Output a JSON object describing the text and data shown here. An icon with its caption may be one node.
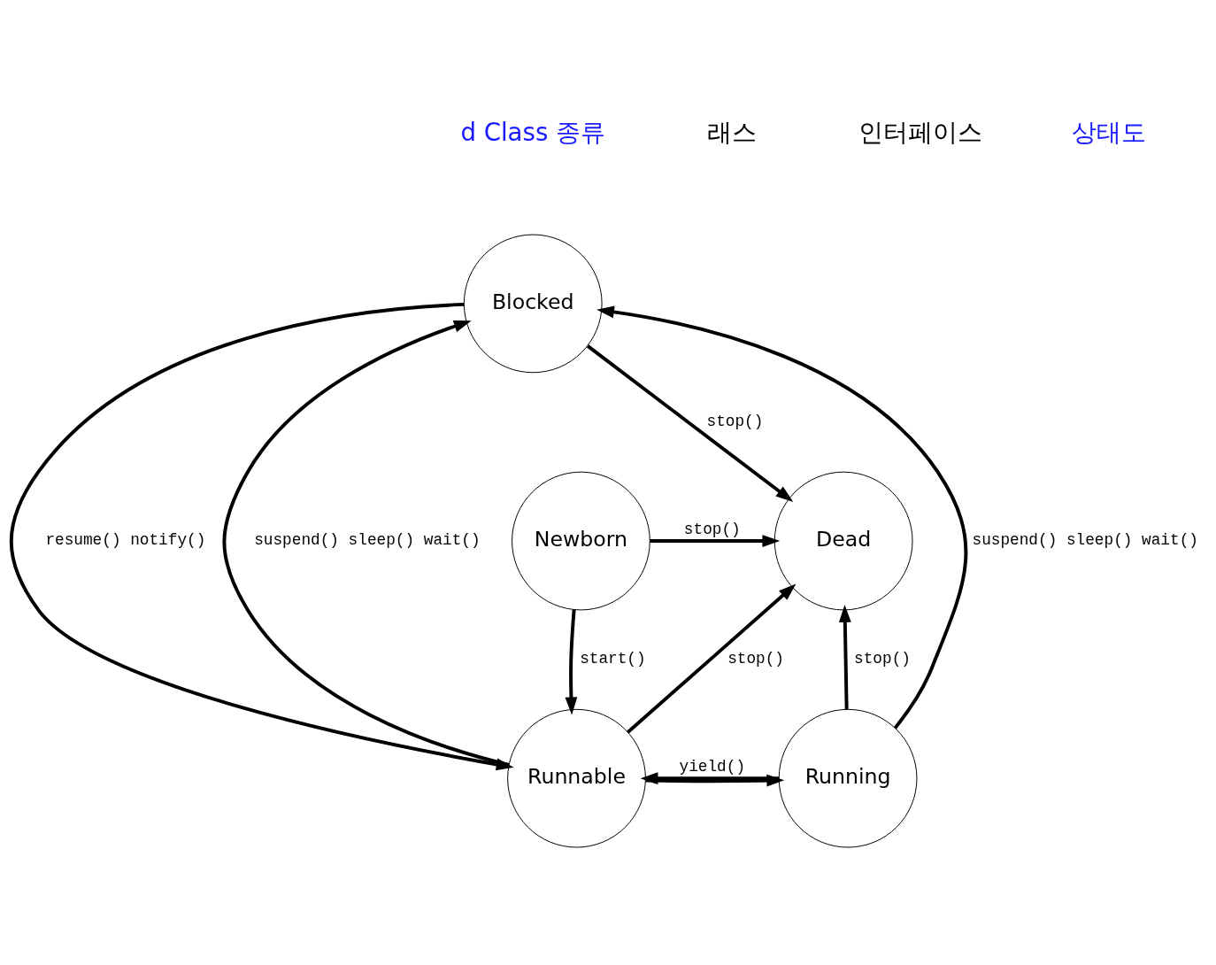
{
  "diagram": {
    "nodes": [
      {
        "text": [
          "Blocked"
        ]
      },
      {
        "text": [
          "Newborn"
        ]
      },
      {
        "text": [
          "Dead"
        ]
      },
      {
        "text": [
          "Runnable"
        ]
      },
      {
        "text": [
          "Running"
        ]
      }
    ],
    "edges": [
      {
        "from": 3,
        "to": 0,
        "arrow": "to",
        "label": "suspend() sleep() wait()"
      },
      {
        "from": 0,
        "to": 3,
        "arrow": "to",
        "label": "resume() notify()"
      },
      {
        "from": 4,
        "to": 0,
        "arrow": "to",
        "label": "suspend() sleep() wait()"
      },
      {
        "from": 0,
        "to": 2,
        "arrow": "to",
        "label": "stop()"
      },
      {
        "from": 1,
        "to": 2,
        "arrow": "to",
        "label": "stop()"
      },
      {
        "from": 3,
        "to": 2,
        "arrow": "to",
        "label": "stop()"
      },
      {
        "from": 1,
        "to": 3,
        "arrow": "to",
        "label": "start()"
      },
      {
        "from": 3,
        "to": 4,
        "arrow": "to"
      },
      {
        "from": 4,
        "to": 3,
        "arrow": "to",
        "label": "yield()"
      },
      {
        "from": 4,
        "to": 2,
        "arrow": "to",
        "label": "stop()"
      }
    ],
    "labels": [
      "d Class 종류",
      "래스",
      "인터페이스",
      "상태도"
    ]
  }
}
